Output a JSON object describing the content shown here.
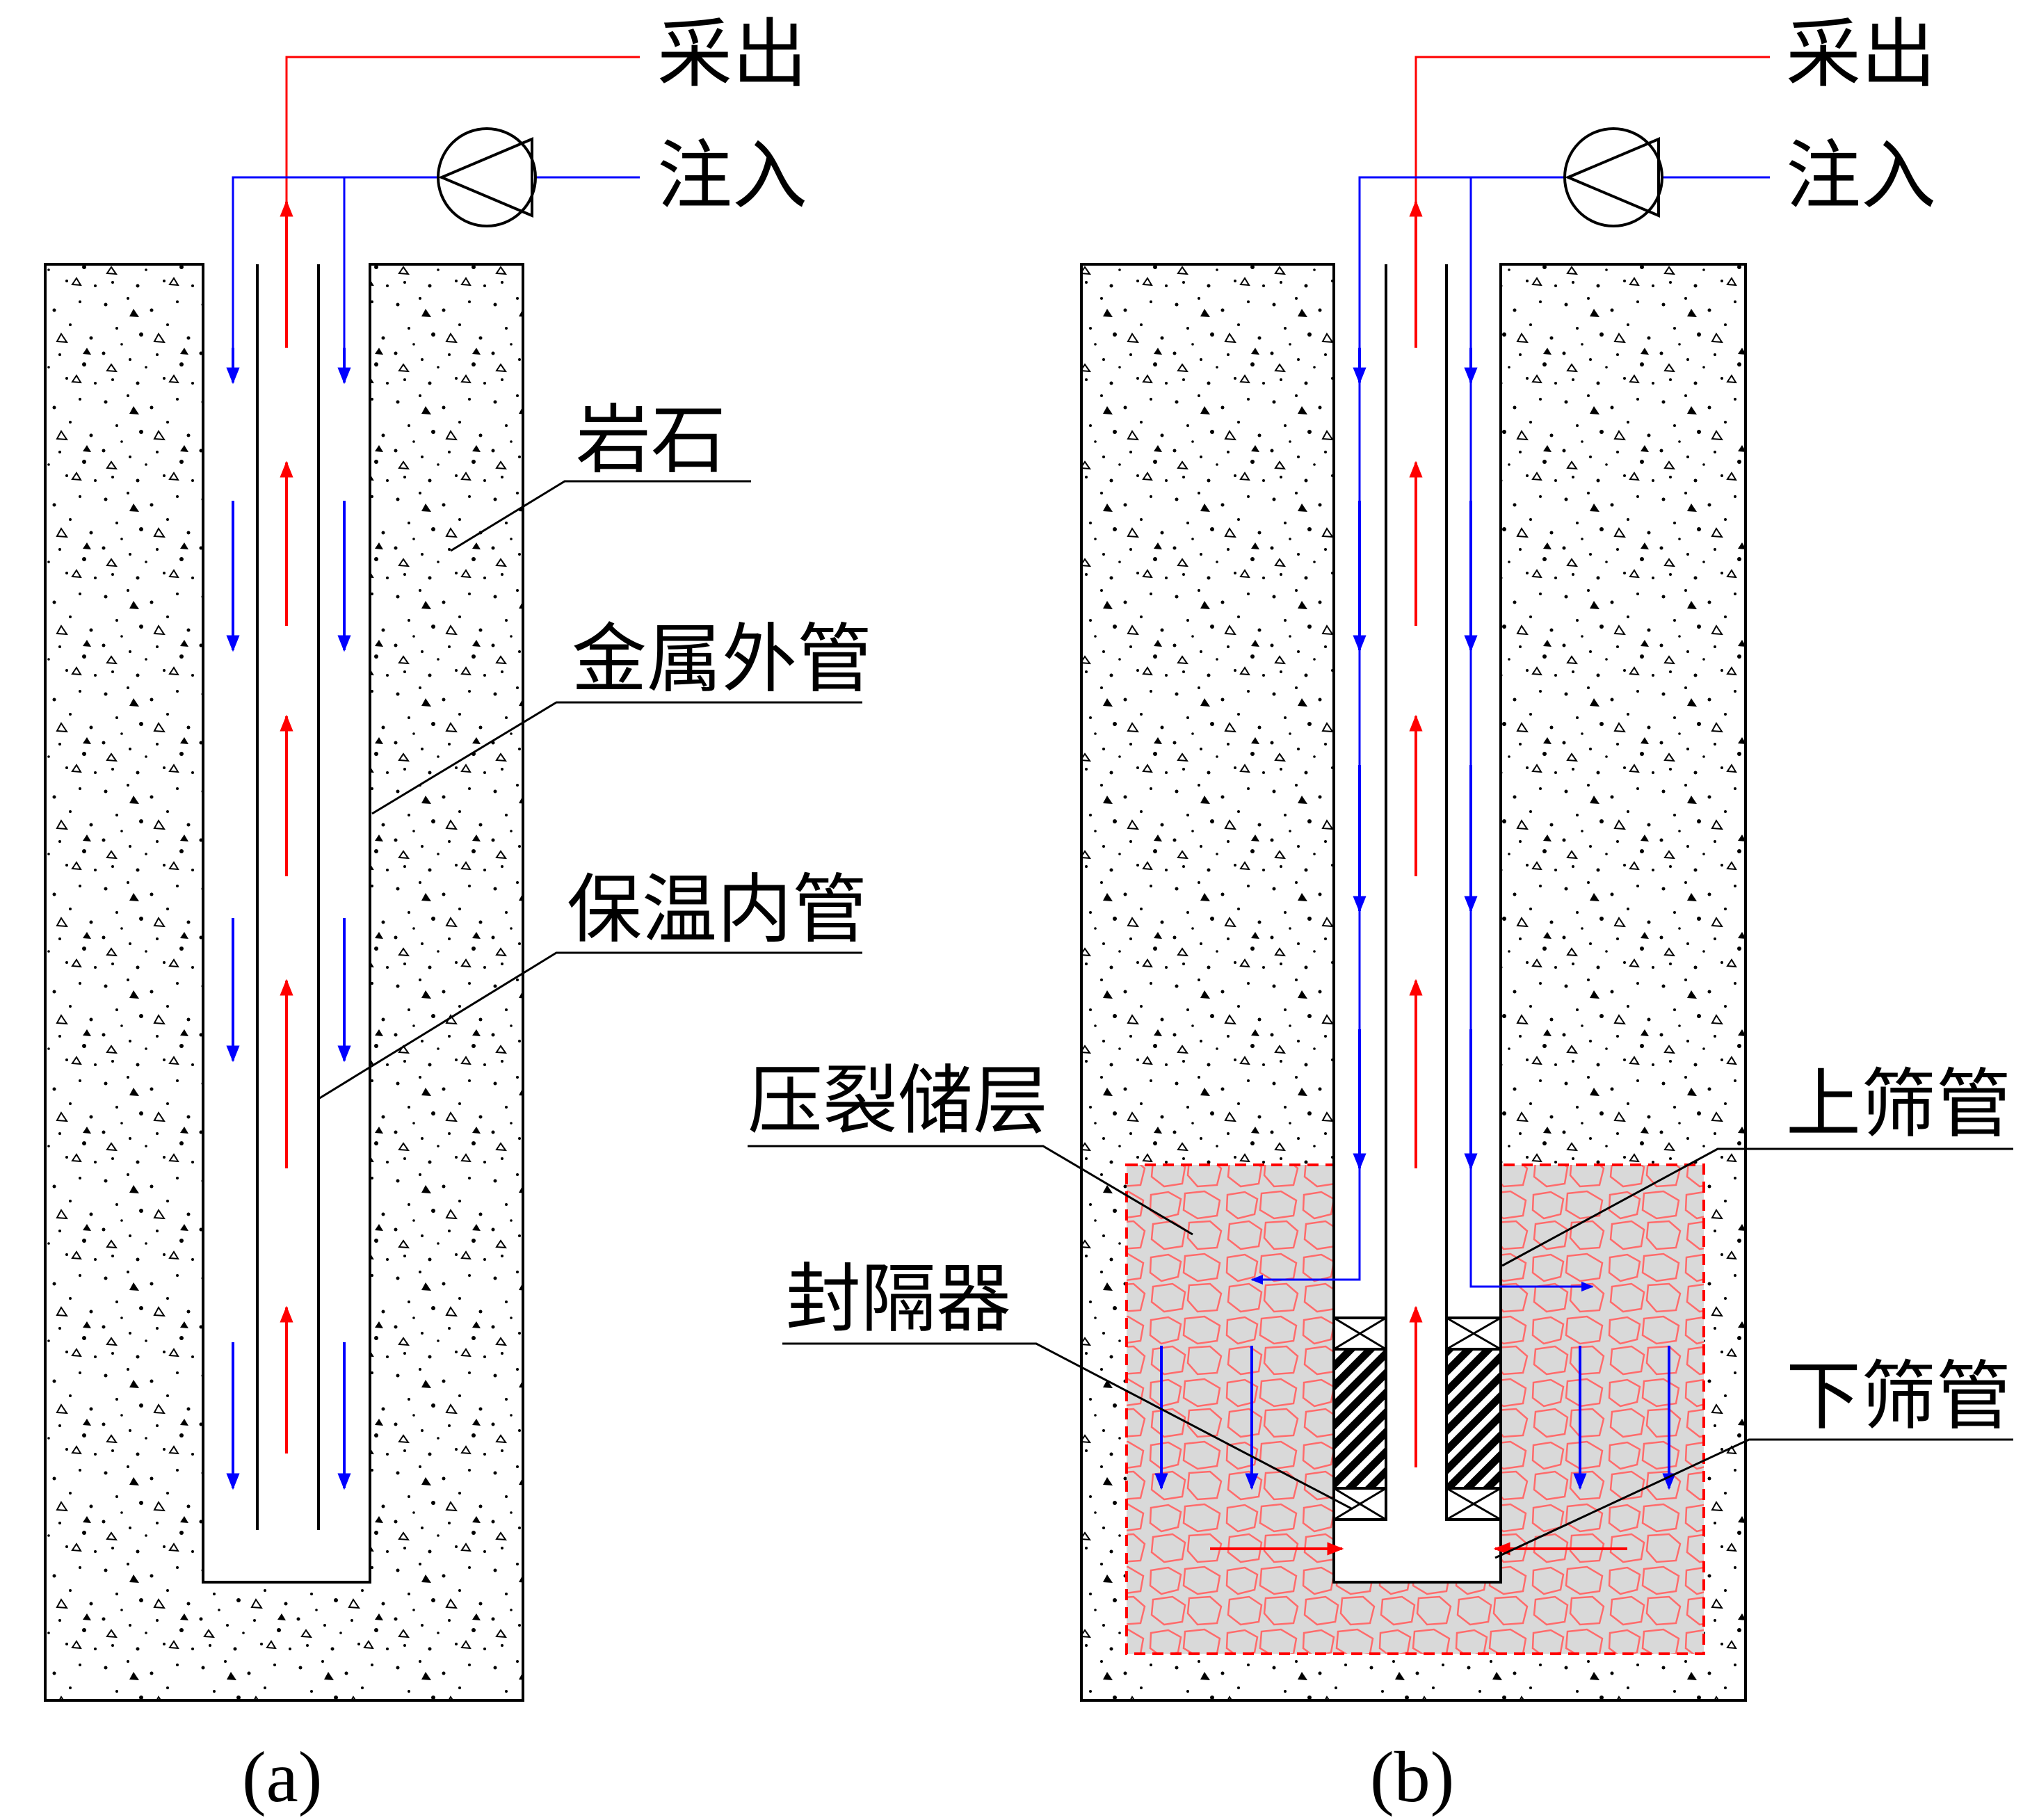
{
  "colors": {
    "production": "#ff0000",
    "injection": "#0000ff",
    "rock_fill": "#ffffff",
    "reservoir_fill": "#d9d9d9",
    "reservoir_line": "#ff6b6b",
    "outline": "#000000"
  },
  "icons": {
    "pump": "pump-triangle-icon"
  },
  "panel_a": {
    "caption": "(a)",
    "labels": {
      "production": "采出",
      "injection": "注入",
      "rock": "岩石",
      "outer_pipe": "金属外管",
      "inner_pipe": "保温内管"
    }
  },
  "panel_b": {
    "caption": "(b)",
    "labels": {
      "production": "采出",
      "injection": "注入",
      "reservoir": "压裂储层",
      "packer": "封隔器",
      "upper_screen": "上筛管",
      "lower_screen": "下筛管"
    }
  }
}
